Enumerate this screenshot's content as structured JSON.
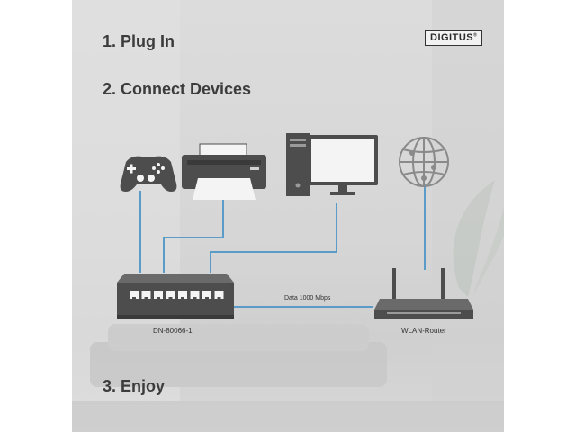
{
  "steps": {
    "plug_in": "1. Plug In",
    "connect": "2. Connect Devices",
    "enjoy": "3. Enjoy"
  },
  "brand": {
    "logo": "DIGITUS",
    "mark": "®"
  },
  "devices": {
    "switch_label": "DN-80066-1",
    "router_label": "WLAN-Router",
    "link_label": "Data 1000 Mbps"
  },
  "colors": {
    "cable": "#5b9bc7",
    "device_dark": "#4d4d4d",
    "device_light": "#f4f4f4"
  },
  "icons": [
    "gamepad-icon",
    "printer-icon",
    "desktop-computer-icon",
    "globe-icon",
    "network-switch-icon",
    "wifi-router-icon"
  ]
}
